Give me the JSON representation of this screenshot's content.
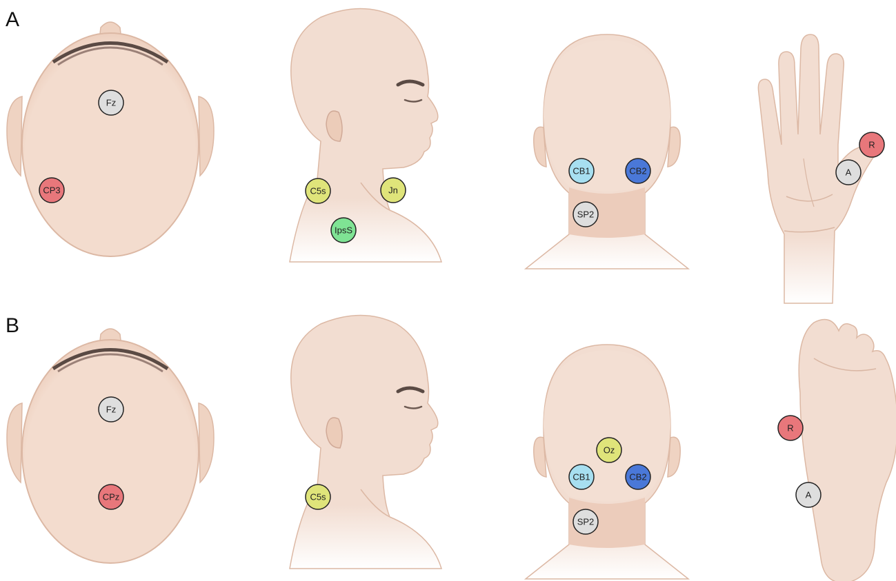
{
  "panels": [
    {
      "id": "A",
      "label": "A"
    },
    {
      "id": "B",
      "label": "B"
    }
  ],
  "colors": {
    "skin": "#f2ddd1",
    "skin_dark": "#e7c6b5",
    "skin_outline": "#dcb8a4",
    "hair": "#5a4a44",
    "red": "#e8777b",
    "grey": "#dedede",
    "yellow": "#dfe47a",
    "green": "#7fe394",
    "light_blue": "#a7dff0",
    "blue": "#4a78d8"
  },
  "electrodes": {
    "A": {
      "top_head": [
        {
          "text": "Fz",
          "color": "grey"
        },
        {
          "text": "CP3",
          "color": "red"
        }
      ],
      "side_head": [
        {
          "text": "C5s",
          "color": "yellow"
        },
        {
          "text": "Jn",
          "color": "yellow"
        },
        {
          "text": "IpsS",
          "color": "green"
        }
      ],
      "back_head": [
        {
          "text": "CB1",
          "color": "light_blue"
        },
        {
          "text": "CB2",
          "color": "blue"
        },
        {
          "text": "SP2",
          "color": "grey"
        }
      ],
      "hand": [
        {
          "text": "R",
          "color": "red"
        },
        {
          "text": "A",
          "color": "grey"
        }
      ]
    },
    "B": {
      "top_head": [
        {
          "text": "Fz",
          "color": "grey"
        },
        {
          "text": "CPz",
          "color": "red"
        }
      ],
      "side_head": [
        {
          "text": "C5s",
          "color": "yellow"
        }
      ],
      "back_head": [
        {
          "text": "Oz",
          "color": "yellow"
        },
        {
          "text": "CB1",
          "color": "light_blue"
        },
        {
          "text": "CB2",
          "color": "blue"
        },
        {
          "text": "SP2",
          "color": "grey"
        }
      ],
      "foot": [
        {
          "text": "R",
          "color": "red"
        },
        {
          "text": "A",
          "color": "grey"
        }
      ]
    }
  }
}
